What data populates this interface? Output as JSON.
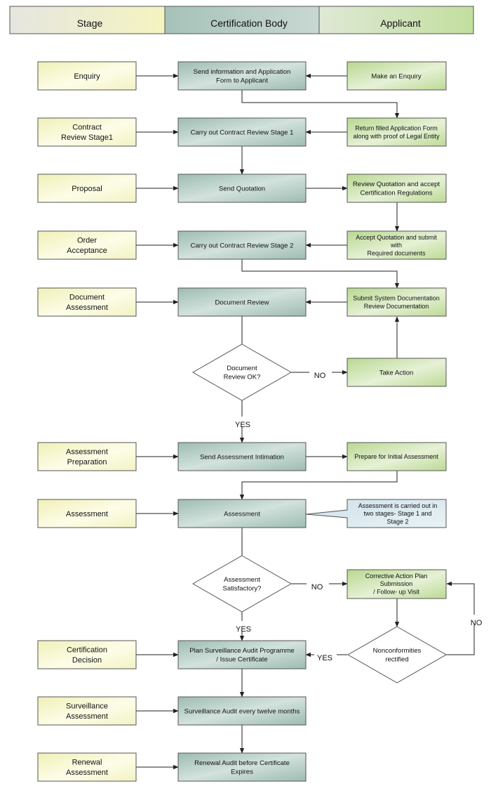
{
  "header": {
    "stage": "Stage",
    "certification_body": "Certification Body",
    "applicant": "Applicant"
  },
  "stages": {
    "enquiry": "Enquiry",
    "contract_review": "Contract\nReview Stage1",
    "proposal": "Proposal",
    "order_acceptance": "Order\nAcceptance",
    "document_assessment": "Document\nAssessment",
    "assessment_preparation": "Assessment\nPreparation",
    "assessment": "Assessment",
    "certification_decision": "Certification\nDecision",
    "surveillance_assessment": "Surveillance\nAssessment",
    "renewal_assessment": "Renewal\nAssessment"
  },
  "certification_body": {
    "send_info": "Send information and Application\nForm to Applicant",
    "contract_review_1": "Carry out Contract Review Stage 1",
    "send_quotation": "Send Quotation",
    "contract_review_2": "Carry out Contract Review Stage 2",
    "document_review": "Document Review",
    "document_review_ok": "Document\nReview OK?",
    "send_intimation": "Send Assessment Intimation",
    "assessment": "Assessment",
    "assessment_satisfactory": "Assessment\nSatisfactory?",
    "plan_surveillance": "Plan Surveillance Audit Programme\n/  Issue Certificate",
    "surveillance_audit": "Surveillance Audit every twelve months",
    "renewal_audit": "Renewal Audit before Certificate\nExpires"
  },
  "applicant": {
    "make_enquiry": "Make an Enquiry",
    "return_form": "Return filled Application Form\nalong with proof of Legal Entity",
    "review_quotation": "Review Quotation and accept\nCertification Regulations",
    "accept_quotation": "Accept Quotation and submit\nwith\nRequired documents",
    "submit_documentation": "Submit System Documentation\nReview Documentation",
    "take_action": "Take Action",
    "prepare_initial": "Prepare for Initial Assessment",
    "assessment_note": "Assessment is carried out in\ntwo stages-  Stage 1  and\nStage 2",
    "corrective_action": "Corrective Action Plan\nSubmission\n/  Follow-   up Visit",
    "nonconformities_rectified": "Nonconformities\nrectified"
  },
  "labels": {
    "no_1": "NO",
    "yes_1": "YES",
    "no_2": "NO",
    "yes_2": "YES",
    "yes_3": "YES",
    "no_3": "NO"
  },
  "colors": {
    "stage_fill": "#f5f5c2",
    "cb_fill": "#9fbfb4",
    "applicant_fill": "#c6e0a2",
    "note_fill": "#d6e8ee",
    "line": "#222222"
  }
}
